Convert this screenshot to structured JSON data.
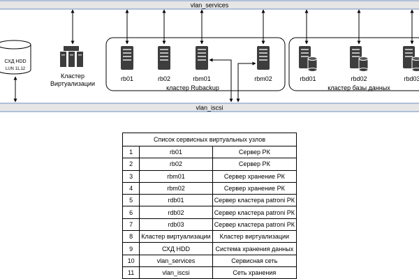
{
  "buses": {
    "top": "vlan_services",
    "bottom": "vlan_iscsi"
  },
  "storage": {
    "line1": "СХД HDD",
    "line2": "LUN 11,12"
  },
  "virt_cluster": {
    "line1": "Кластер",
    "line2": "Виртуализации"
  },
  "clusters": {
    "rubackup": "кластер Rubackup",
    "db": "кластер базы данных"
  },
  "nodes": [
    "rb01",
    "rb02",
    "rbm01",
    "rbm02",
    "rbd01",
    "rbd02",
    "rbd03"
  ],
  "table": {
    "title": "Список сервисных виртуальных узлов",
    "rows": [
      {
        "n": "1",
        "name": "rb01",
        "role": "Сервер РК"
      },
      {
        "n": "2",
        "name": "rb02",
        "role": "Сервер РК"
      },
      {
        "n": "3",
        "name": "rbm01",
        "role": "Сервер хранение РК"
      },
      {
        "n": "4",
        "name": "rbm02",
        "role": "Сервер хранение РК"
      },
      {
        "n": "5",
        "name": "rdb01",
        "role": "Сервер кластера patroni РК"
      },
      {
        "n": "6",
        "name": "rdb02",
        "role": "Сервер кластера patroni РК"
      },
      {
        "n": "7",
        "name": "rdb03",
        "role": "Сервер кластера patroni РК"
      },
      {
        "n": "8",
        "name": "Кластер виртуализации",
        "role": "Кластер виртуализации"
      },
      {
        "n": "9",
        "name": "СХД HDD",
        "role": "Система хранения данных"
      },
      {
        "n": "10",
        "name": "vlan_services",
        "role": "Сервисная сеть"
      },
      {
        "n": "11",
        "name": "vlan_iscsi",
        "role": "Сеть хранения"
      }
    ]
  }
}
